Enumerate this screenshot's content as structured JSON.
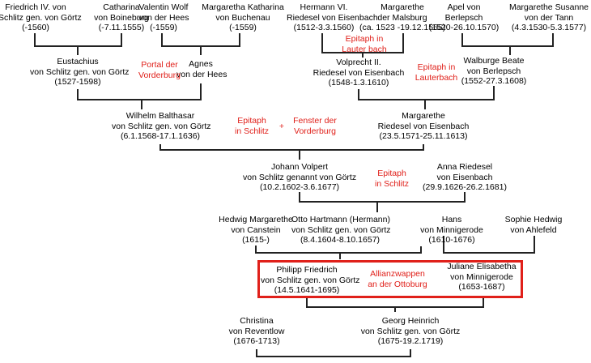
{
  "persons": {
    "friedrich": [
      "Friedrich IV. von",
      "Schlitz gen. von Görtz",
      "(-1560)"
    ],
    "catharina": [
      "Catharina",
      "von Boineburg",
      "(-7.11.1555)"
    ],
    "valentin": [
      "Valentin Wolf",
      "von der Hees",
      "(-1559)"
    ],
    "margaretha_buchenau": [
      "Margaretha Katharina",
      "von Buchenau",
      "(-1559)"
    ],
    "hermann": [
      "Hermann VI.",
      "Riedesel von Eisenbach",
      "(1512-3.3.1560)"
    ],
    "margarethe_malsburg": [
      "Margarethe",
      "der Malsburg",
      "(ca. 1523 -19.12.1565)"
    ],
    "apel": [
      "Apel von",
      "Berlepsch",
      "(1520-26.10.1570)"
    ],
    "margarethe_tann": [
      "Margarethe Susanne",
      "von der Tann",
      "(4.3.1530-5.3.1577)"
    ],
    "eustachius": [
      "Eustachius",
      "von Schlitz gen. von Görtz",
      "(1527-1598)"
    ],
    "agnes": [
      "Agnes",
      "von der Hees"
    ],
    "volprecht": [
      "Volprecht  II.",
      "Riedesel von Eisenbach",
      "(1548-1.3.1610)"
    ],
    "walburge": [
      "Walburge Beate",
      "von Berlepsch",
      "(1552-27.3.1608)"
    ],
    "wilhelm": [
      "Wilhelm Balthasar",
      "von Schlitz gen. von Görtz",
      "(6.1.1568-17.1.1636)"
    ],
    "margarethe_riedesel": [
      "Margarethe",
      "Riedesel von Eisenbach",
      "(23.5.1571-25.11.1613)"
    ],
    "johann": [
      "Johann Volpert",
      "von Schlitz genannt von Görtz",
      "(10.2.1602-3.6.1677)"
    ],
    "anna": [
      "Anna Riedesel",
      "von Eisenbach",
      "(29.9.1626-26.2.1681)"
    ],
    "hedwig": [
      "Hedwig Margarethe",
      "von Canstein",
      "(1615-)"
    ],
    "otto": [
      "Otto Hartmann (Hermann)",
      "von Schlitz gen. von Görtz",
      "(8.4.1604-8.10.1657)"
    ],
    "hans": [
      "Hans",
      "von Minnigerode",
      "(1610-1676)"
    ],
    "sophie": [
      "Sophie Hedwig",
      "von Ahlefeld"
    ],
    "philipp": [
      "Philipp Friedrich",
      "von Schlitz gen. von Görtz",
      "(14.5.1641-1695)"
    ],
    "juliane": [
      "Juliane Elisabetha",
      "von Minnigerode",
      "(1653-1687)"
    ],
    "christina": [
      "Christina",
      "von Reventlow",
      "(1676-1713)"
    ],
    "georg": [
      "Georg Heinrich",
      "von Schlitz gen. von Görtz",
      "(1675-19.2.1719)"
    ]
  },
  "notes": {
    "epitaph_lauterbach_1": [
      "Epitaph in",
      "Lauter bach"
    ],
    "portal": [
      "Portal der",
      "Vorderburg"
    ],
    "epitaph_lauterbach_2": [
      "Epitaph in",
      "Lauterbach"
    ],
    "epitaph_schlitz_1": [
      "Epitaph",
      "in Schlitz"
    ],
    "plus": [
      "+"
    ],
    "fenster": [
      "Fenster der",
      "Vorderburg"
    ],
    "epitaph_schlitz_2": [
      "Epitaph",
      "in Schlitz"
    ],
    "allianz": [
      "Allianzwappen",
      "an der Ottoburg"
    ]
  },
  "colors": {
    "accent": "#e0201a",
    "text": "#000000"
  }
}
